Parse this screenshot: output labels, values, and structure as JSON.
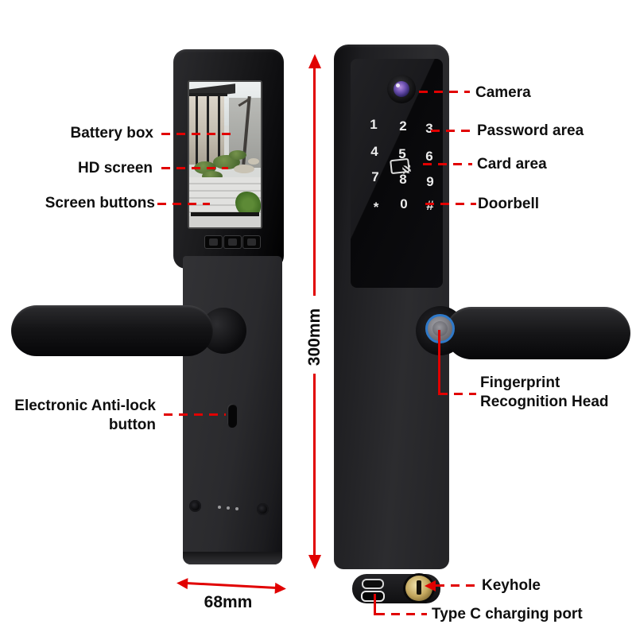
{
  "accent": "#e10000",
  "keypad": {
    "keys": [
      "1",
      "2",
      "3",
      "4",
      "5",
      "6",
      "7",
      "8",
      "9",
      "*",
      "0",
      "#"
    ]
  },
  "labels": {
    "battery_box": "Battery box",
    "hd_screen": "HD screen",
    "screen_buttons": "Screen buttons",
    "anti_lock_l1": "Electronic Anti-lock",
    "anti_lock_l2": "button",
    "camera": "Camera",
    "password_area": "Password area",
    "card_area": "Card area",
    "doorbell": "Doorbell",
    "fingerprint_l1": "Fingerprint",
    "fingerprint_l2": "Recognition Head",
    "keyhole": "Keyhole",
    "type_c": "Type C charging port"
  },
  "dimensions": {
    "height": "300mm",
    "width": "68mm"
  }
}
